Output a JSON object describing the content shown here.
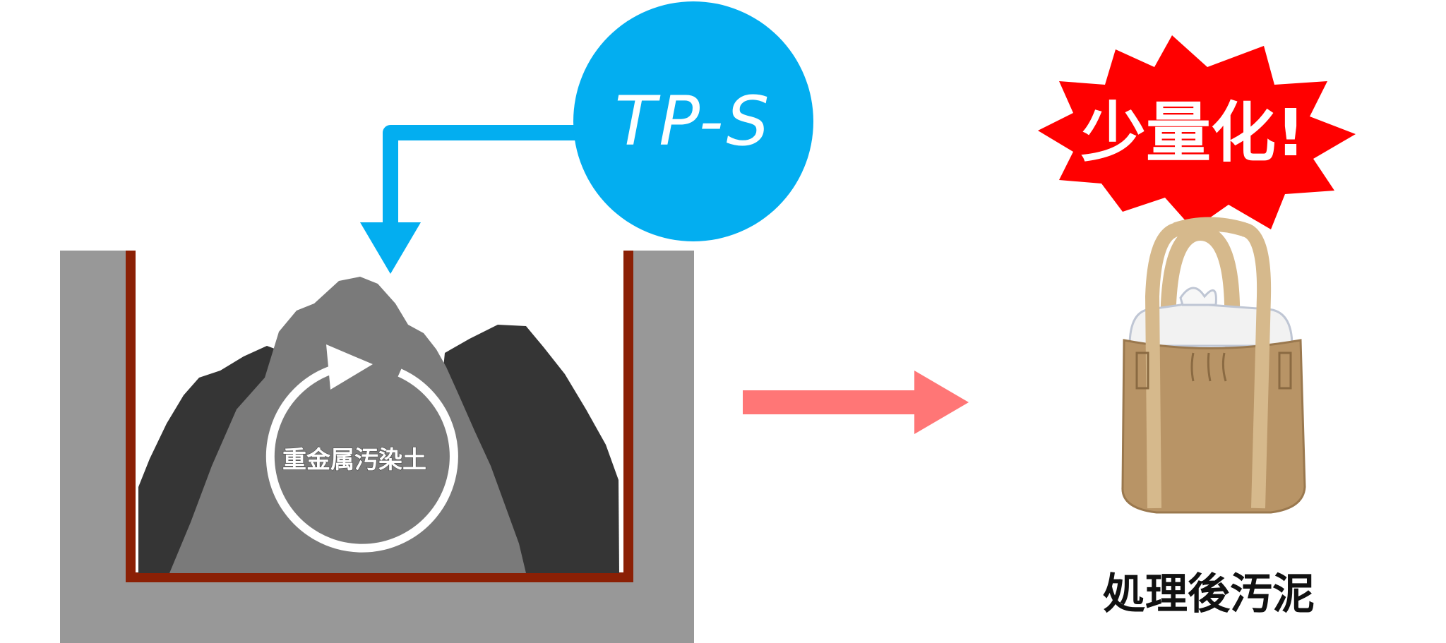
{
  "tank": {
    "soil_label": "重金属汚染土"
  },
  "reagent": {
    "label": "TP-S"
  },
  "result": {
    "burst_label": "少量化!",
    "bag_label": "処理後汚泥"
  },
  "colors": {
    "reagent_blue": "#03aef0",
    "tank_gray": "#989898",
    "tank_wall": "#8b2005",
    "soil_dark": "#353535",
    "soil_light": "#7a7a7a",
    "arrow_pink": "#ff7676",
    "burst_red": "#ff0000",
    "bag_brown": "#b89466",
    "strap_tan": "#d6b98c"
  },
  "icons": {
    "recirculation": "circular-arrow-icon",
    "flow": "right-arrow-icon",
    "bag": "bulk-bag-icon"
  }
}
